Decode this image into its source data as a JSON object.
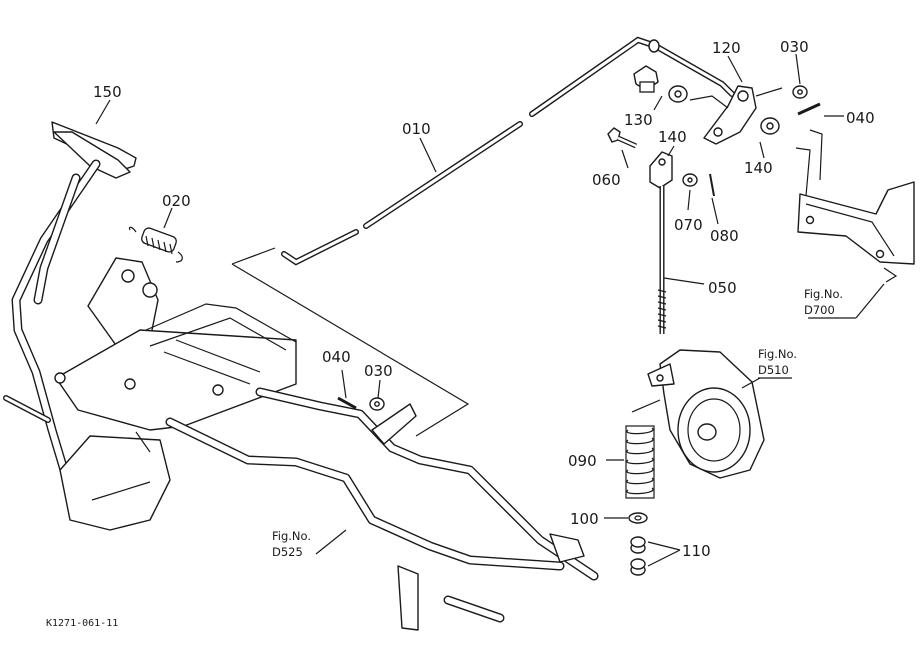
{
  "callouts": {
    "p150": "150",
    "p020": "020",
    "p010": "010",
    "p120": "120",
    "p030_top": "030",
    "p040_top": "040",
    "p130": "130",
    "p140_top": "140",
    "p140_right": "140",
    "p060": "060",
    "p070": "070",
    "p080": "080",
    "p050": "050",
    "p040_mid": "040",
    "p030_mid": "030",
    "p090": "090",
    "p100": "100",
    "p110": "110"
  },
  "references": {
    "fig_label": "Fig.No.",
    "d700": "D700",
    "d510": "D510",
    "d525": "D525"
  },
  "drawing_code": "K1271-061-11"
}
